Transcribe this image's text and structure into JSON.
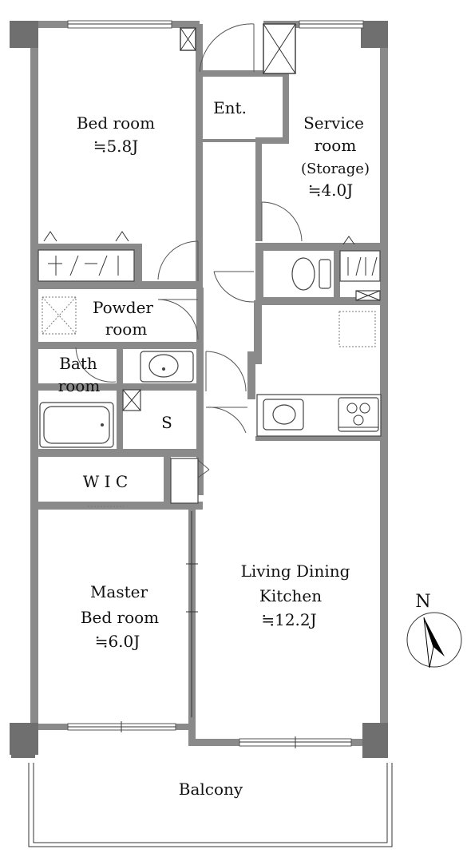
{
  "rooms": {
    "bedroom": {
      "name": "Bed room",
      "size": "≒5.8J"
    },
    "entrance": {
      "name": "Ent."
    },
    "service": {
      "name1": "Service",
      "name2": "room",
      "note": "(Storage)",
      "size": "≒4.0J"
    },
    "powder": {
      "name1": "Powder",
      "name2": "room"
    },
    "bath": {
      "name1": "Bath",
      "name2": "room"
    },
    "storage_s": {
      "name": "S"
    },
    "wic": {
      "name": "W I C"
    },
    "master": {
      "name1": "Master",
      "name2": "Bed room",
      "size": "≒6.0J"
    },
    "ldk": {
      "name1": "Living Dining",
      "name2": "Kitchen",
      "size": "≒12.2J"
    },
    "balcony": {
      "name": "Balcony"
    }
  },
  "compass": {
    "label": "N"
  }
}
